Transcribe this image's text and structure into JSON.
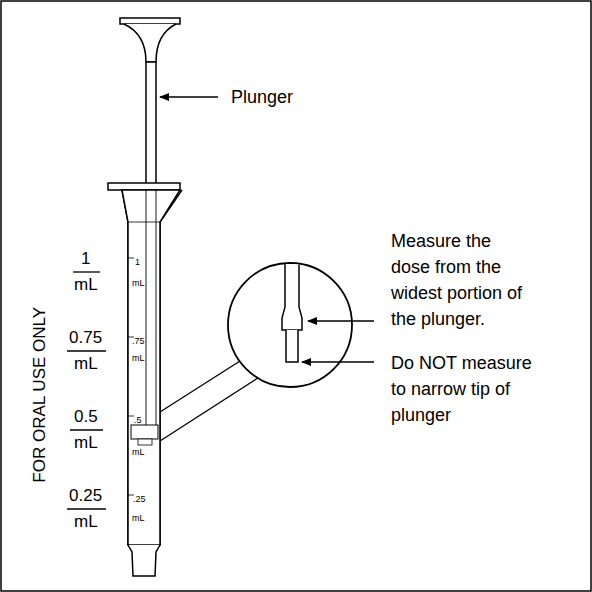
{
  "diagram": {
    "labels": [
      "Plunger",
      "1",
      "mL",
      "0.75",
      "mL",
      "0.5",
      "mL",
      "0.25",
      "mL",
      "1",
      "mL",
      ".75",
      "mL",
      ".5",
      "mL",
      ".25",
      "mL",
      "FOR ORAL USE ONLY",
      "Measure the dose from the widest portion of the plunger.",
      "Do NOT measure to narrow tip of plunger"
    ]
  }
}
